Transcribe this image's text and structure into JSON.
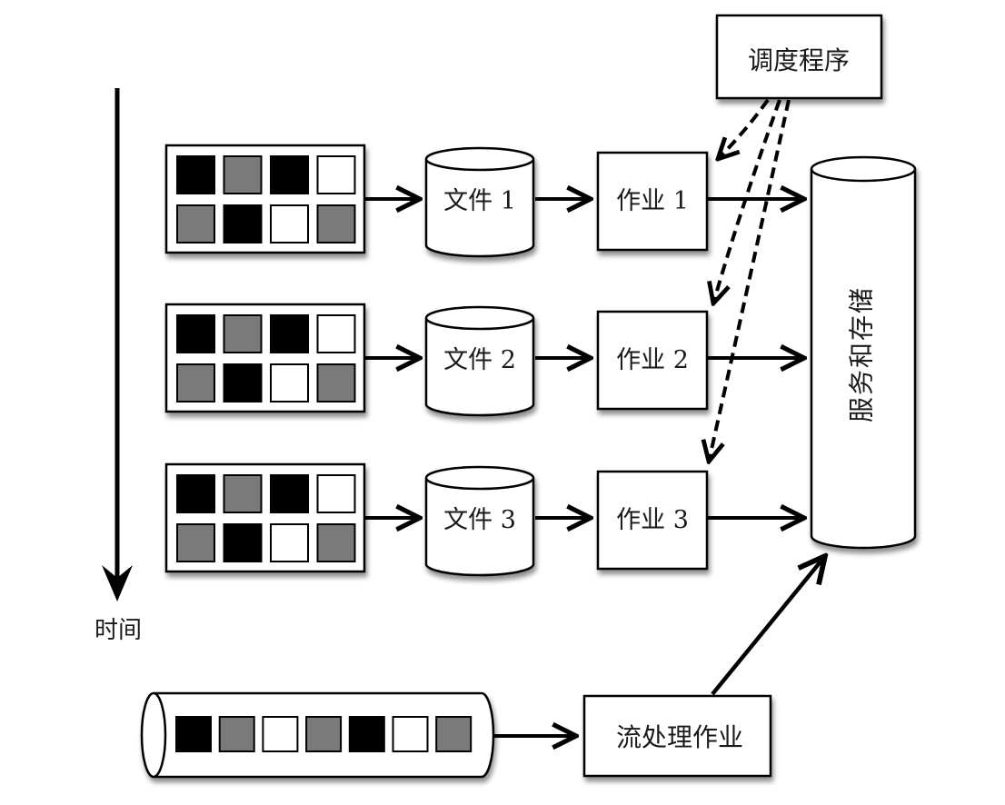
{
  "diagram": {
    "time_axis_label": "时间",
    "scheduler_label": "调度程序",
    "storage_label": "服务和存储",
    "stream_job_label": "流处理作业",
    "colors": {
      "black": "#000000",
      "gray": "#7a7a7a",
      "white": "#ffffff",
      "stroke": "#000000"
    },
    "batches": [
      {
        "file_label": "文件 1",
        "job_label": "作业 1",
        "cells": [
          "black",
          "gray",
          "black",
          "white",
          "gray",
          "black",
          "white",
          "gray"
        ]
      },
      {
        "file_label": "文件 2",
        "job_label": "作业 2",
        "cells": [
          "black",
          "gray",
          "black",
          "white",
          "gray",
          "black",
          "white",
          "gray"
        ]
      },
      {
        "file_label": "文件 3",
        "job_label": "作业 3",
        "cells": [
          "black",
          "gray",
          "black",
          "white",
          "gray",
          "black",
          "white",
          "gray"
        ]
      }
    ],
    "stream_cells": [
      "black",
      "gray",
      "white",
      "gray",
      "black",
      "white",
      "gray"
    ]
  }
}
